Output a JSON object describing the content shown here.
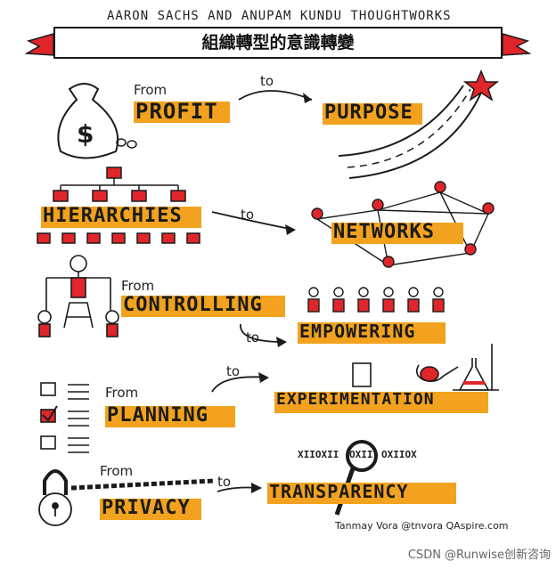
{
  "header": {
    "credits": "AARON SACHS AND ANUPAM KUNDU  THOUGHTWORKS",
    "title": "組織轉型的意識轉變"
  },
  "rows": [
    {
      "from_label": "From",
      "from": "PROFIT",
      "to_label": "to",
      "to": "PURPOSE"
    },
    {
      "from_label": "",
      "from": "HIERARCHIES",
      "to_label": "to",
      "to": "NETWORKS"
    },
    {
      "from_label": "From",
      "from": "CONTROLLING",
      "to_label": "to",
      "to": "EMPOWERING"
    },
    {
      "from_label": "From",
      "from": "PLANNING",
      "to_label": "to",
      "to": "EXPERIMENTATION"
    },
    {
      "from_label": "From",
      "from": "PRIVACY",
      "to_label": "to",
      "to": "TRANSPARENCY"
    }
  ],
  "binary": {
    "left": "XIIOXII",
    "middle": "OXII",
    "right": "OXIIOX"
  },
  "footer": "Tanmay Vora   @tnvora  QAspire.com",
  "watermark": "CSDN @Runwise创新咨询",
  "colors": {
    "highlight": "#f2a21e",
    "accent_red": "#e0262b",
    "ink": "#1b1b1b"
  }
}
